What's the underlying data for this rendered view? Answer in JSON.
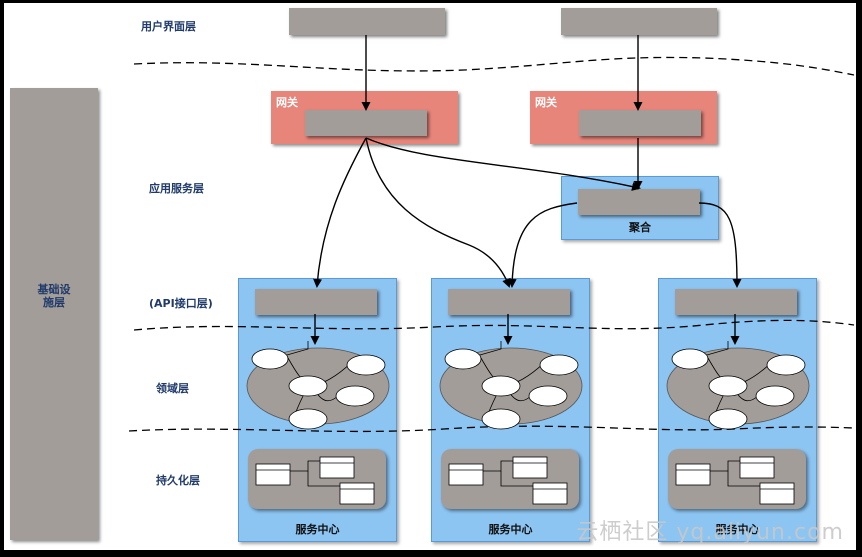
{
  "layers": {
    "ui": "用户界面层",
    "app_service": "应用服务层",
    "api": "(API接口层)",
    "domain": "领域层",
    "persistence": "持久化层"
  },
  "infrastructure": "基础设施层",
  "gateways": [
    {
      "label": "网关"
    },
    {
      "label": "网关"
    }
  ],
  "aggregation": {
    "label": "聚合"
  },
  "services": [
    {
      "label": "服务中心"
    },
    {
      "label": "服务中心"
    },
    {
      "label": "服务中心"
    }
  ],
  "watermark": "云栖社区 yq.aliyun.com",
  "colors": {
    "gray": "#a29d98",
    "gateway": "#e8857b",
    "service": "#8cc4f2",
    "label": "#1f3a6b"
  }
}
